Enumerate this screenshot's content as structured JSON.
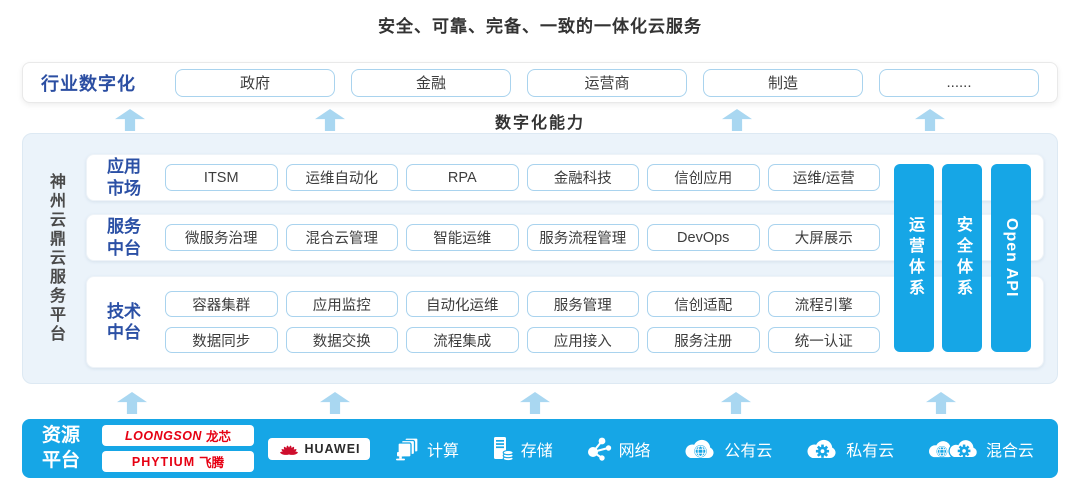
{
  "page_title": "安全、可靠、完备、一致的一体化云服务",
  "capability_label": "数字化能力",
  "industry": {
    "label": "行业数字化",
    "items": [
      "政府",
      "金融",
      "运营商",
      "制造",
      "......"
    ]
  },
  "platform": {
    "name": "神州云鼎云服务平台",
    "rows": [
      {
        "label": "应用市场",
        "items": [
          "ITSM",
          "运维自动化",
          "RPA",
          "金融科技",
          "信创应用",
          "运维/运营"
        ]
      },
      {
        "label": "服务中台",
        "items": [
          "微服务治理",
          "混合云管理",
          "智能运维",
          "服务流程管理",
          "DevOps",
          "大屏展示"
        ]
      },
      {
        "label": "技术中台",
        "items": [
          "容器集群",
          "应用监控",
          "自动化运维",
          "服务管理",
          "信创适配",
          "流程引擎",
          "数据同步",
          "数据交换",
          "流程集成",
          "应用接入",
          "服务注册",
          "统一认证"
        ]
      }
    ],
    "pillars": [
      {
        "label": "运营体系"
      },
      {
        "label": "安全体系"
      },
      {
        "label": "Open API"
      }
    ]
  },
  "resources": {
    "label": "资源平台",
    "vendors": [
      {
        "name": "loongson",
        "text": "LOONGSON",
        "cn": "龙芯"
      },
      {
        "name": "phytium",
        "text": "PHYTIUM",
        "cn": "飞腾"
      },
      {
        "name": "huawei",
        "text": "HUAWEI"
      }
    ],
    "services": [
      {
        "label": "计算",
        "icon": "compute-icon"
      },
      {
        "label": "存储",
        "icon": "storage-icon"
      },
      {
        "label": "网络",
        "icon": "network-icon"
      },
      {
        "label": "公有云",
        "icon": "public-cloud-icon"
      },
      {
        "label": "私有云",
        "icon": "private-cloud-icon"
      },
      {
        "label": "混合云",
        "icon": "hybrid-cloud-icon"
      }
    ]
  },
  "colors": {
    "accent_blue": "#16a6e6",
    "arrow_blue": "#a9d7f1",
    "panel_bg": "#ebf3fa",
    "chip_border": "#a9d3ee",
    "label_blue": "#2b50a5",
    "text_dark": "#3d3d3d",
    "loongson_red": "#e60012",
    "huawei_red": "#ce0e2d"
  }
}
